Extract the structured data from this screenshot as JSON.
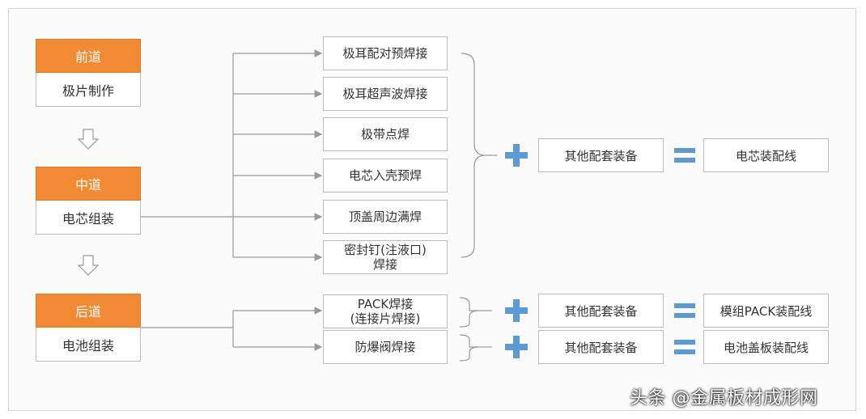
{
  "stages": [
    {
      "name": "前道",
      "task": "极片制作"
    },
    {
      "name": "中道",
      "task": "电芯组装"
    },
    {
      "name": "后道",
      "task": "电池组装"
    }
  ],
  "middle_steps": [
    [
      "极耳配对预焊接"
    ],
    [
      "极耳超声波焊接"
    ],
    [
      "极带点焊"
    ],
    [
      "电芯入壳预焊"
    ],
    [
      "顶盖周边满焊"
    ],
    [
      "密封钉(注液口)",
      "焊接"
    ]
  ],
  "back_steps": [
    [
      "PACK焊接",
      "(连接片焊接)"
    ],
    [
      "防爆阀焊接"
    ]
  ],
  "other_equipment": "其他配套装备",
  "results": [
    "电芯装配线",
    "模组PACK装配线",
    "电池盖板装配线"
  ],
  "watermark": "头条 @金属板材成形网",
  "colors": {
    "stage_head": "#f28a33",
    "operator": "#5b9bd5",
    "line": "#999999"
  }
}
